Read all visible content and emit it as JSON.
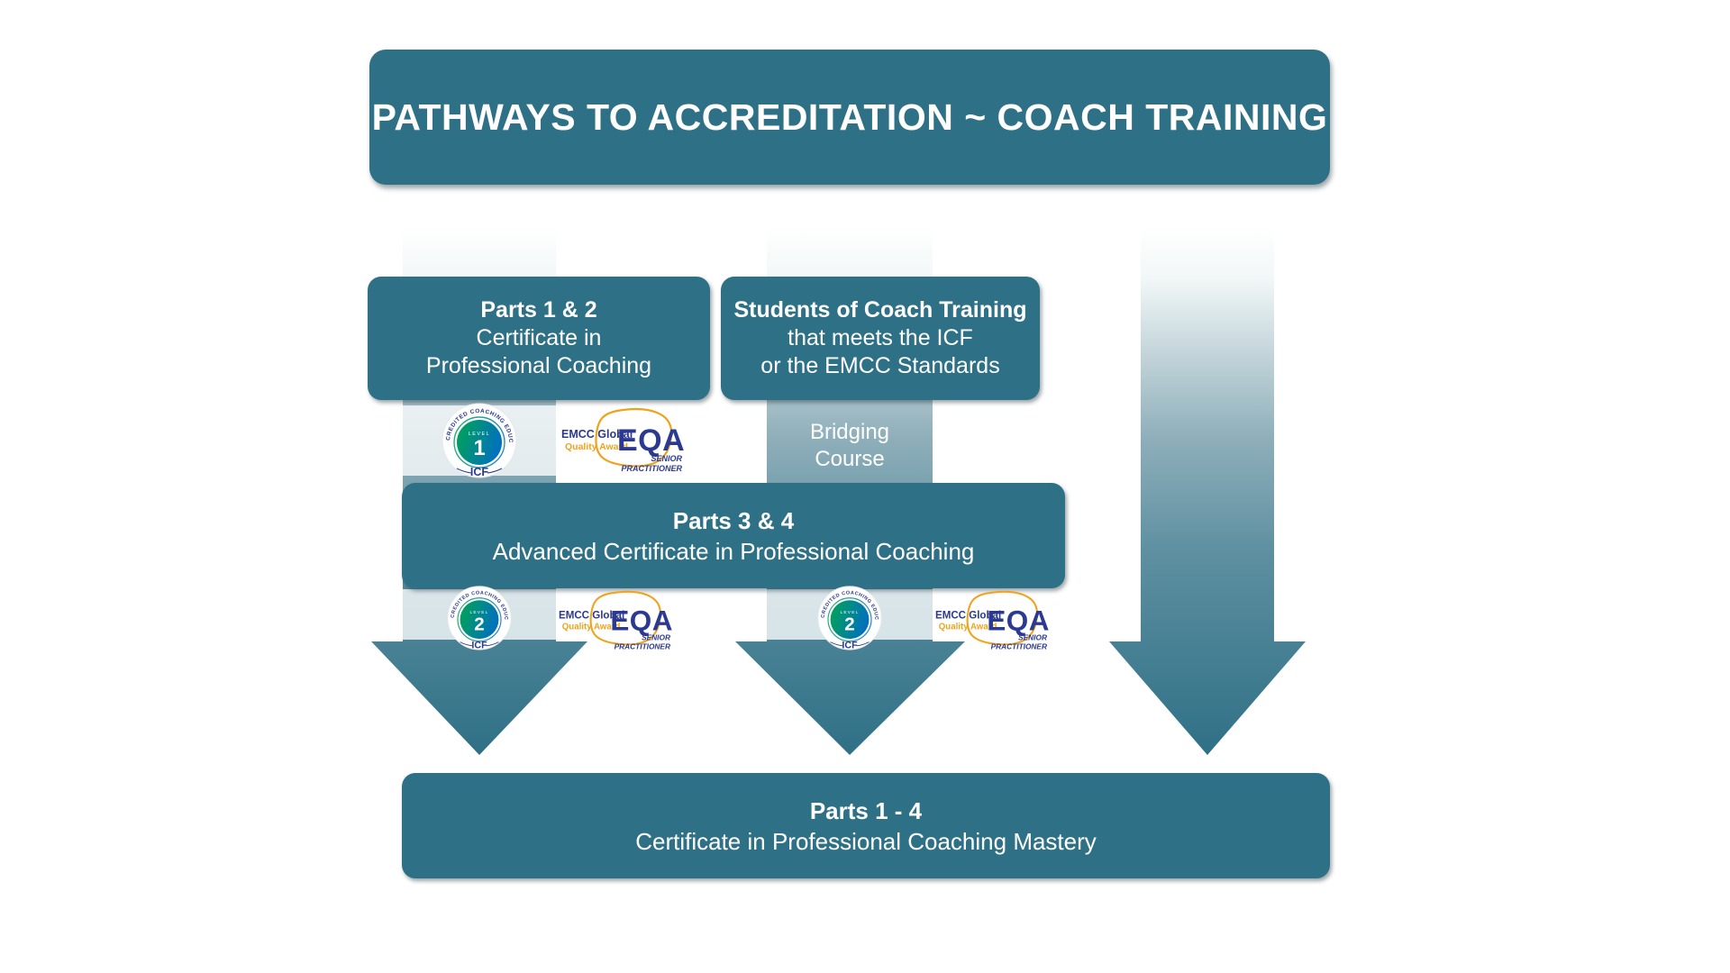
{
  "banner": {
    "title": "PATHWAYS TO ACCREDITATION ~ COACH TRAINING"
  },
  "colors": {
    "teal": "#2e7186",
    "arrow_apex": "#36758a",
    "arrow_mid": "#8fafba",
    "navy": "#2b3990",
    "orange": "#efa31d",
    "icf_green": "#00a651",
    "icf_blue": "#0072bc"
  },
  "boxes": {
    "parts12": {
      "title": "Parts 1 & 2",
      "line2": "Certificate in",
      "line3": "Professional Coaching"
    },
    "students": {
      "title": "Students of Coach Training",
      "line2": "that meets the ICF",
      "line3": "or the EMCC Standards"
    },
    "parts34": {
      "title": "Parts 3 & 4",
      "line2": "Advanced Certificate in Professional Coaching"
    },
    "parts14": {
      "title": "Parts 1 - 4",
      "line2": "Certificate in Professional Coaching Mastery"
    }
  },
  "bridging": {
    "line1": "Bridging",
    "line2": "Course"
  },
  "badges": {
    "icf_arc_text": "ICF-ACCREDITED COACHING EDUCATION",
    "icf_level_label": "LEVEL",
    "level1": "1",
    "level2": "2",
    "icf_name": "ICF",
    "eqa_org": "EMCC Global",
    "eqa_award": "Quality Award",
    "eqa_acronym": "EQA",
    "eqa_line1": "SENIOR",
    "eqa_line2": "PRACTITIONER"
  }
}
